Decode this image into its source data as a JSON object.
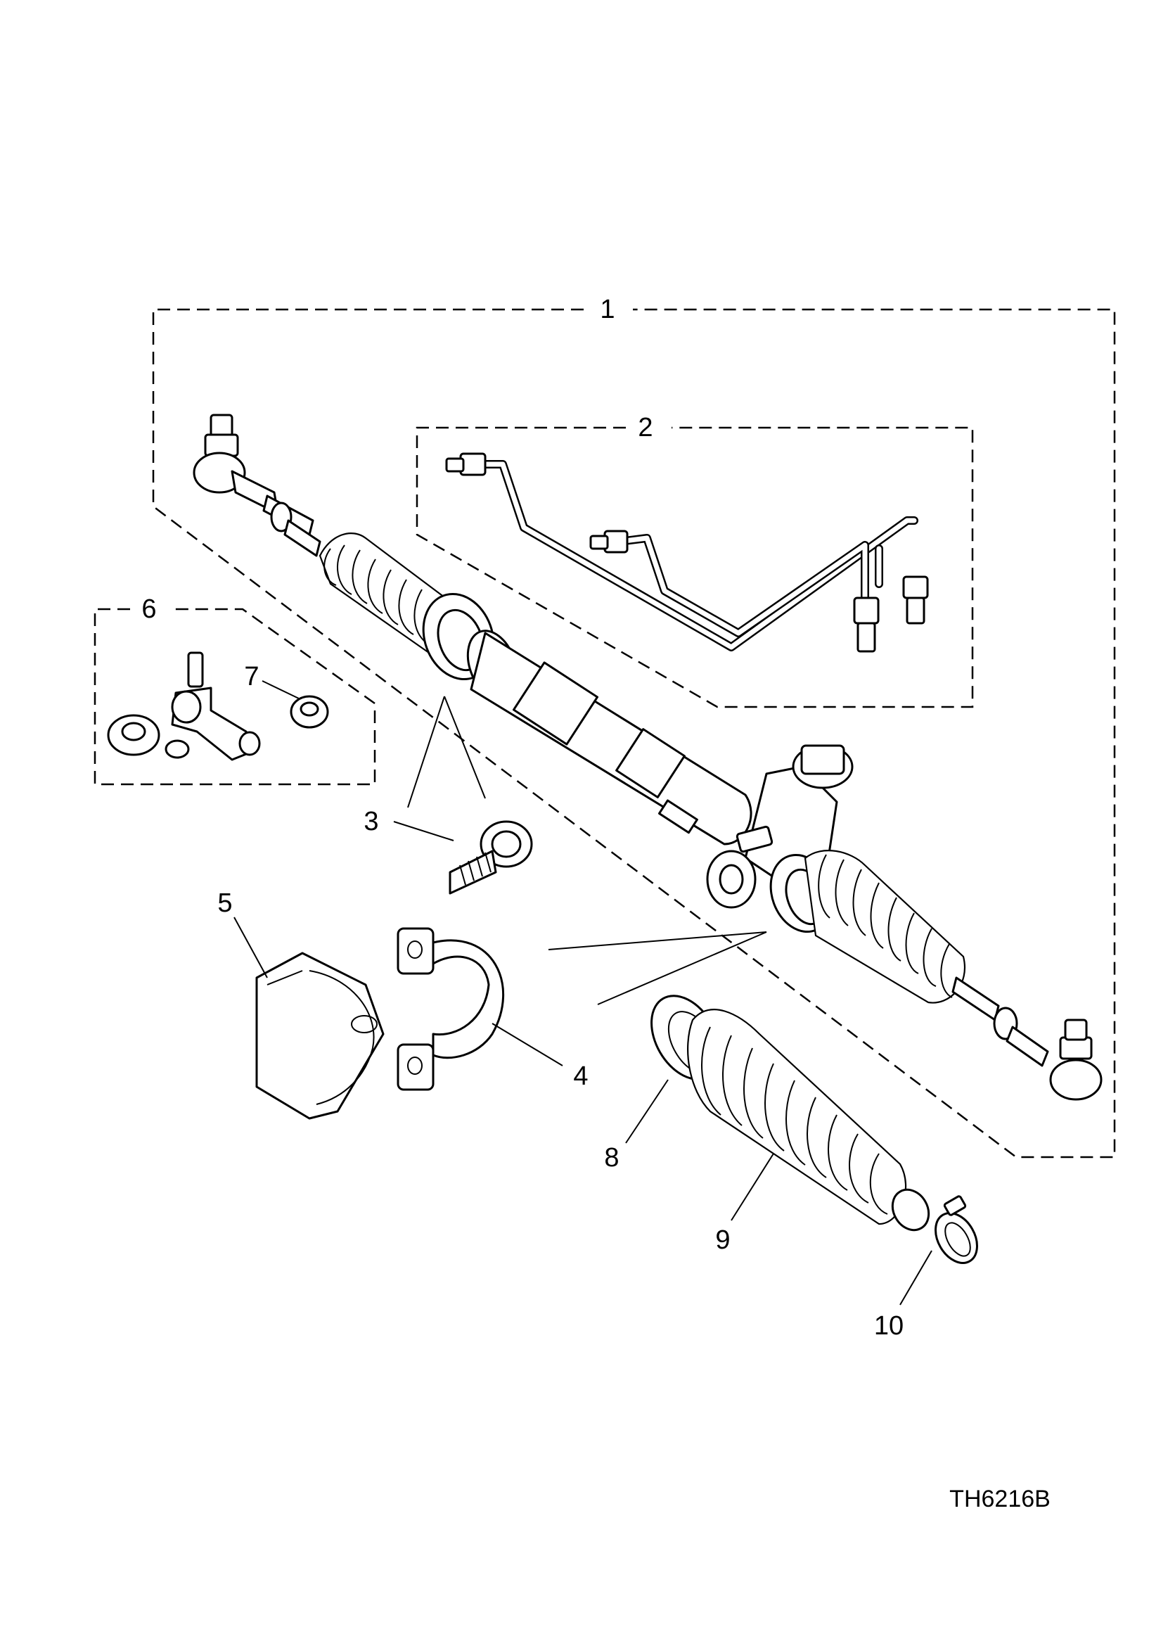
{
  "diagram": {
    "callouts": [
      {
        "id": "c1",
        "text": "1"
      },
      {
        "id": "c2",
        "text": "2"
      },
      {
        "id": "c3",
        "text": "3"
      },
      {
        "id": "c4",
        "text": "4"
      },
      {
        "id": "c5",
        "text": "5"
      },
      {
        "id": "c6",
        "text": "6"
      },
      {
        "id": "c7",
        "text": "7"
      },
      {
        "id": "c8",
        "text": "8"
      },
      {
        "id": "c9",
        "text": "9"
      },
      {
        "id": "c10",
        "text": "10"
      }
    ],
    "reference": "TH6216B"
  }
}
